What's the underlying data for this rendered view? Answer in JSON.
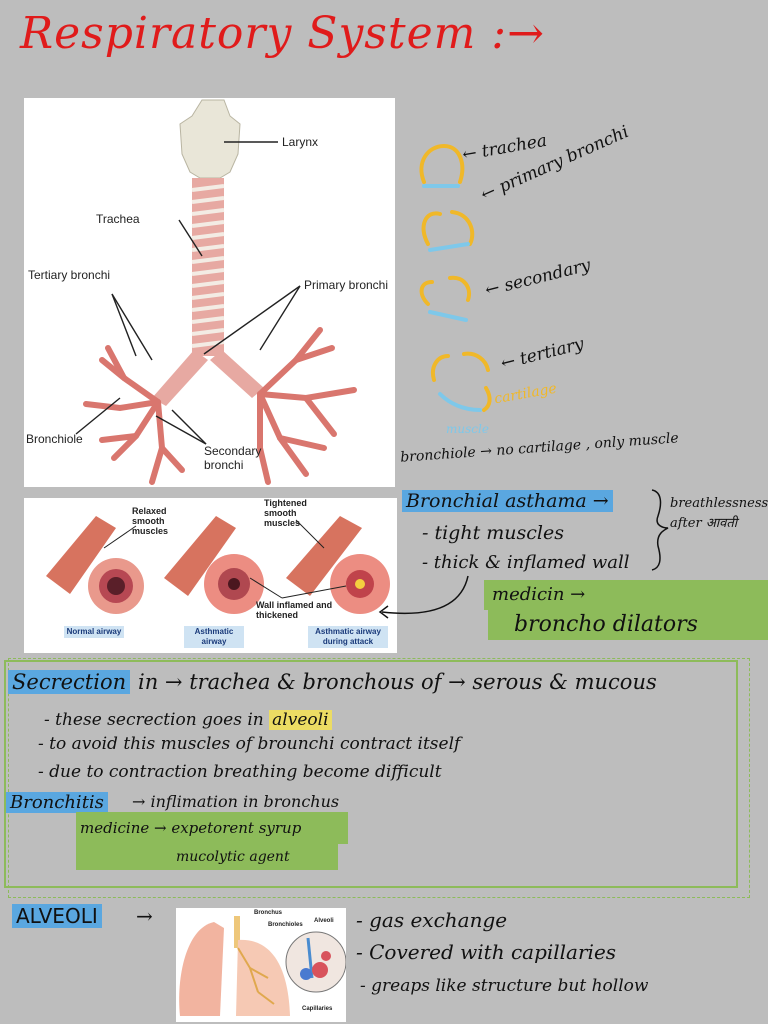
{
  "title": "Respiratory System :→",
  "figure1": {
    "labels": {
      "larynx": "Larynx",
      "trachea": "Trachea",
      "tertiary": "Tertiary bronchi",
      "primary": "Primary bronchi",
      "bronchiole": "Bronchiole",
      "secondary": "Secondary bronchi"
    }
  },
  "cartilage_notes": {
    "trachea": "← trachea",
    "primary": "← primary bronchi",
    "secondary": "← secondary",
    "tertiary": "← tertiary",
    "cartilage": "cartilage",
    "muscle": "muscle",
    "bronchiole": "bronchiole → no cartilage , only muscle"
  },
  "figure2": {
    "relaxed": "Relaxed smooth muscles",
    "tightened": "Tightened smooth muscles",
    "wall": "Wall inflamed and thickened",
    "captions": [
      "Normal airway",
      "Asthmatic airway",
      "Asthmatic airway during attack"
    ]
  },
  "asthma": {
    "heading": "Bronchial asthama →",
    "point1": "- tight muscles",
    "point2": "- thick & inflamed wall",
    "side_note": "breathlessness after आवती",
    "medicine": "medicin →",
    "treatment": "broncho dilators"
  },
  "secretion": {
    "label": "Secrection",
    "line": "in → trachea & bronchous of → serous & mucous",
    "b1_pre": "- these secrection goes in",
    "b1_hl": "alveoli",
    "b2": "- to avoid this muscles of brounchi contract itself",
    "b3": "- due to contraction breathing become difficult"
  },
  "bronchitis": {
    "label": "Bronchitis",
    "definition": "→ inflimation in bronchus",
    "med1": "medicine → expetorent syrup",
    "med2": "mucolytic agent"
  },
  "alveoli": {
    "label": "ALVEOLI",
    "arrow": "→",
    "p1": "- gas exchange",
    "p2": "- Covered with capillaries",
    "p3": "- greaps like structure    but hollow",
    "fig_labels": {
      "bronchus": "Bronchus",
      "bronchioles": "Bronchioles",
      "alveoli": "Alveoli",
      "capillaries": "Capillaries"
    }
  },
  "colors": {
    "title": "#e01b1b",
    "highlight_blue": "#5aa7e0",
    "highlight_green": "#8dbb5a",
    "highlight_yellow": "#ecdc63",
    "cartilage": "#f0b829",
    "muscle": "#7ec8ea"
  }
}
